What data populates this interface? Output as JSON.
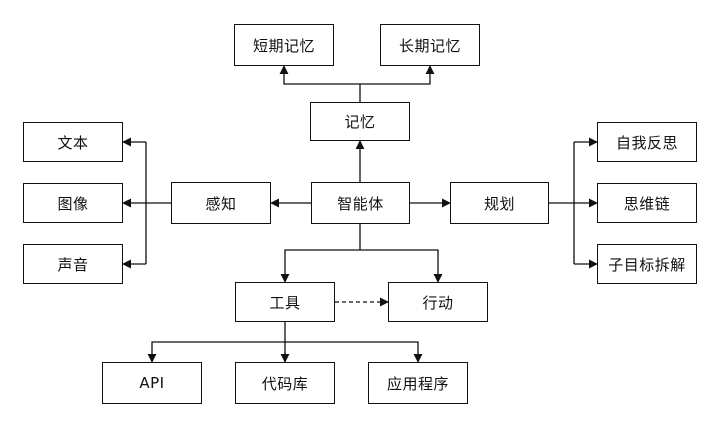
{
  "nodes": {
    "short_term_memory": "短期记忆",
    "long_term_memory": "长期记忆",
    "memory": "记忆",
    "text": "文本",
    "image": "图像",
    "audio": "声音",
    "perception": "感知",
    "agent": "智能体",
    "planning": "规划",
    "self_reflection": "自我反思",
    "chain_of_thought": "思维链",
    "subgoal_decomposition": "子目标拆解",
    "tools": "工具",
    "action": "行动",
    "api": "API",
    "code_library": "代码库",
    "application": "应用程序"
  },
  "colors": {
    "stroke": "#111111",
    "background": "#ffffff"
  }
}
